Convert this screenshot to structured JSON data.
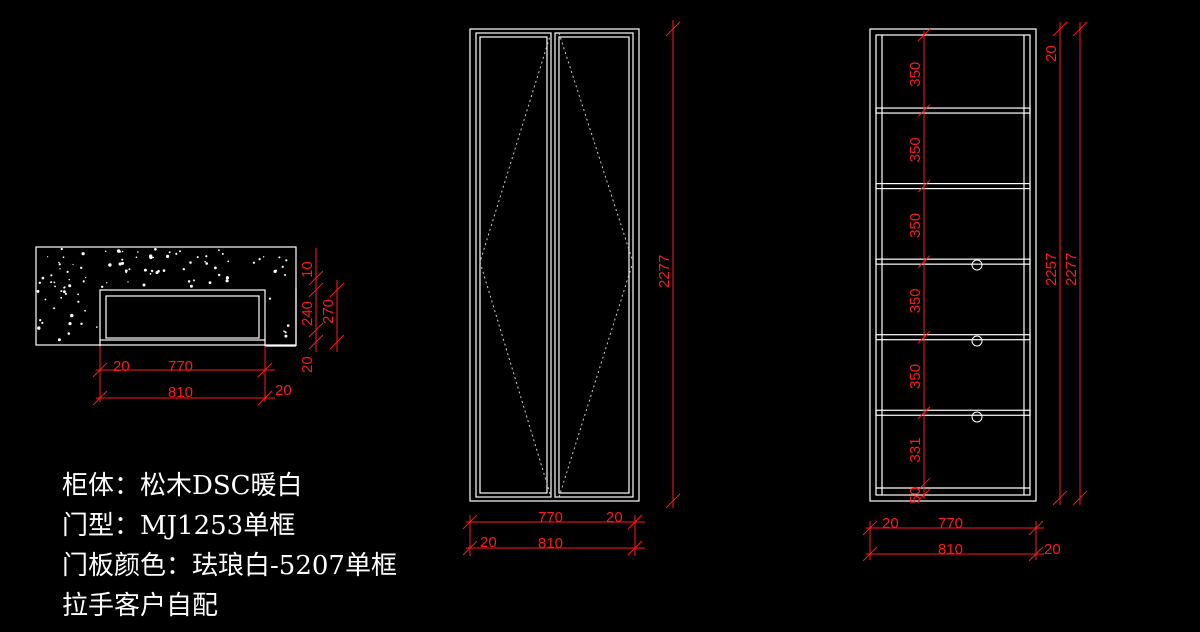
{
  "notes": [
    "柜体：松木DSC暖白",
    "门型：MJ1253单框",
    "门板颜色：珐琅白-5207单框",
    "拉手客户自配"
  ],
  "plan_view": {
    "dims": {
      "side_left": "20",
      "inner_width": "770",
      "total_width": "810",
      "side_right": "20",
      "top_gap": "10",
      "inner_depth": "240",
      "bottom": "20",
      "total_depth": "270"
    }
  },
  "door_elevation": {
    "dims": {
      "height": "2277",
      "inner_width": "770",
      "side_right": "20",
      "side_left": "20",
      "total_width": "810"
    }
  },
  "interior_elevation": {
    "shelf_spacings": [
      "350",
      "350",
      "350",
      "350",
      "350",
      "331",
      "50"
    ],
    "dims": {
      "top_panel": "20",
      "inner_height": "2257",
      "total_height": "2277",
      "side_left": "20",
      "inner_width": "770",
      "total_width": "810",
      "side_right": "20"
    }
  },
  "colors": {
    "background": "#000000",
    "line": "#ffffff",
    "dimension": "#ff1a1a"
  }
}
